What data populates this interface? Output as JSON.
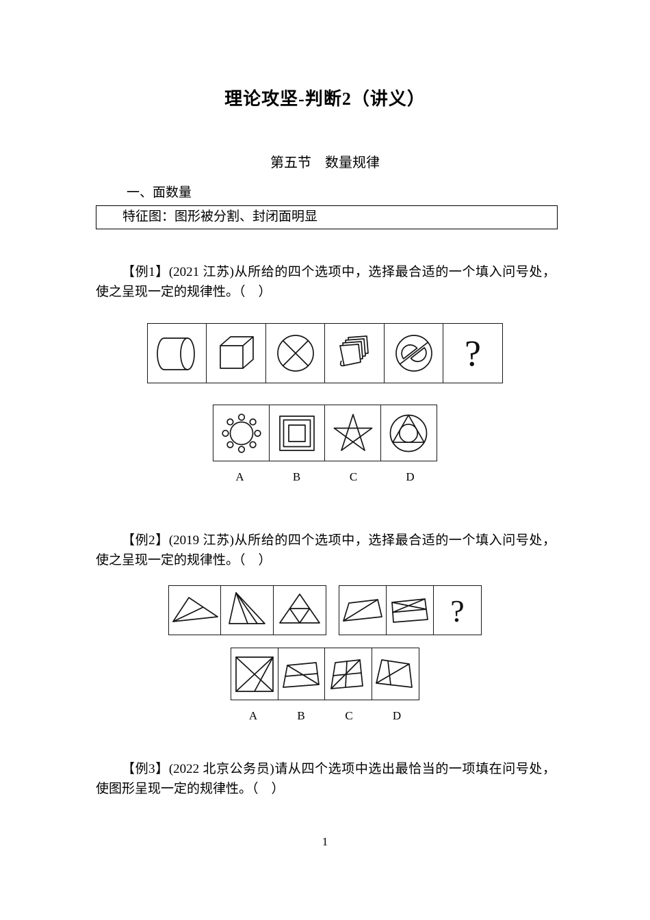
{
  "document": {
    "title": "理论攻坚-判断2（讲义）",
    "page_number": "1"
  },
  "section": {
    "title": "第五节　数量规律",
    "subsection": "一、面数量",
    "feature_note": "特征图：图形被分割、封闭面明显"
  },
  "example1": {
    "text": "【例1】(2021 江苏)从所给的四个选项中，选择最合适的一个填入问号处，使之呈现一定的规律性。（　）",
    "question_mark": "?",
    "question_shapes": [
      "cylinder",
      "cube",
      "circle-with-cross",
      "stacked-sheets",
      "circle-with-slash-and-semicircles",
      "question-mark"
    ],
    "option_labels": [
      "A",
      "B",
      "C",
      "D"
    ],
    "option_shapes": [
      "circle-with-petals",
      "nested-squares",
      "five-pointed-star",
      "circle-triangle-circle"
    ]
  },
  "example2": {
    "text": "【例2】(2019 江苏)从所给的四个选项中，选择最合适的一个填入问号处，使之呈现一定的规律性。（　）",
    "question_mark": "?",
    "question_shapes": [
      "triangle-with-one-divider",
      "triangle-with-two-dividers",
      "triangle-with-inner-triangle",
      "quadrilateral-with-one-divider",
      "quadrilateral-with-three-dividers",
      "question-mark"
    ],
    "option_labels": [
      "A",
      "B",
      "C",
      "D"
    ],
    "option_shapes": [
      "rectangle-with-diagonals",
      "quadrilateral-with-two-dividers",
      "quadrilateral-with-three-dividers",
      "quadrilateral-with-crossing-lines"
    ]
  },
  "example3": {
    "text": "【例3】(2022 北京公务员)请从四个选项中选出最恰当的一项填在问号处，使图形呈现一定的规律性。（　）"
  }
}
